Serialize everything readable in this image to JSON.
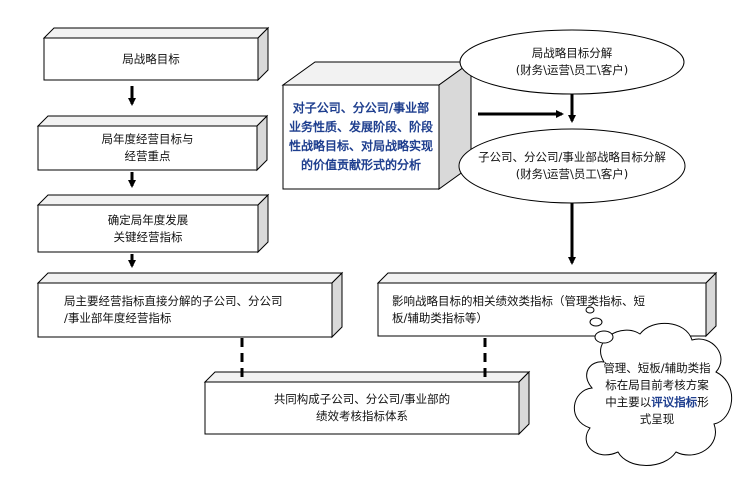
{
  "nodes": {
    "bureau_goal": "局战略目标",
    "annual_goal": "局年度经营目标与\n经营重点",
    "key_indicators": "确定局年度发展\n关键经营指标",
    "decomposed": "局主要经营指标直接分解的子公司、分公司\n/事业部年度经营指标",
    "combined": "共同构成子公司、分公司/事业部的\n绩效考核指标体系",
    "analysis": "对子公司、分公司/事业部\n业务性质、发展阶段、阶段\n性战略目标、对局战略实现\n的价值贡献形式的分析",
    "bureau_decomp_line1": "局战略目标分解",
    "bureau_decomp_line2": "(财务\\运营\\员工\\客户)",
    "sub_decomp_line1": "子公司、分公司/事业部战略目标分解",
    "sub_decomp_line2": "(财务\\运营\\员工\\客户)",
    "related": "影响战略目标的相关绩效类指标（管理类指标、短\n板/辅助类指标等）",
    "cloud_pre": "管理、短板/辅助类指标在局目前考核方案中主要以",
    "cloud_em": "评议指标",
    "cloud_post": "形式呈现"
  },
  "colors": {
    "box_fill": "#ffffff",
    "box_top": "#f2f2f2",
    "box_side": "#d9d9d9",
    "stroke": "#000000",
    "accent_text": "#1f3f8f"
  }
}
